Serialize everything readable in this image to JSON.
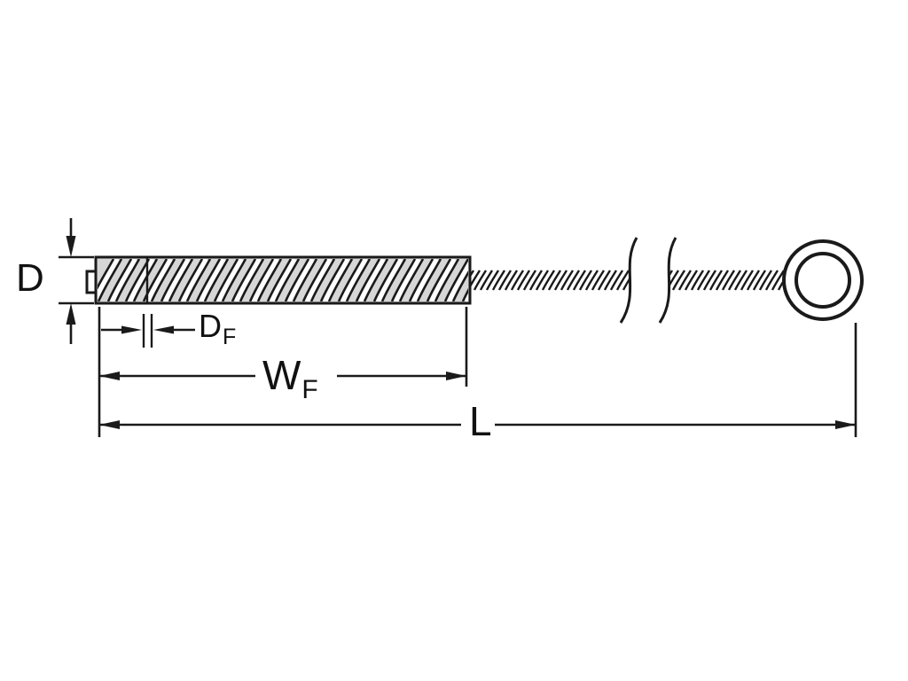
{
  "diagram": {
    "type": "technical-drawing",
    "subject": "twisted-wire tube brush with ring handle, dimensioned",
    "labels": {
      "diameter": {
        "main": "D"
      },
      "fill_diameter": {
        "main": "D",
        "sub": "F"
      },
      "fill_width": {
        "main": "W",
        "sub": "F"
      },
      "overall_length": {
        "main": "L"
      }
    },
    "colors": {
      "line": "#1a1a1a",
      "brush_fill": "#d6d6d6",
      "background": "#ffffff"
    }
  }
}
